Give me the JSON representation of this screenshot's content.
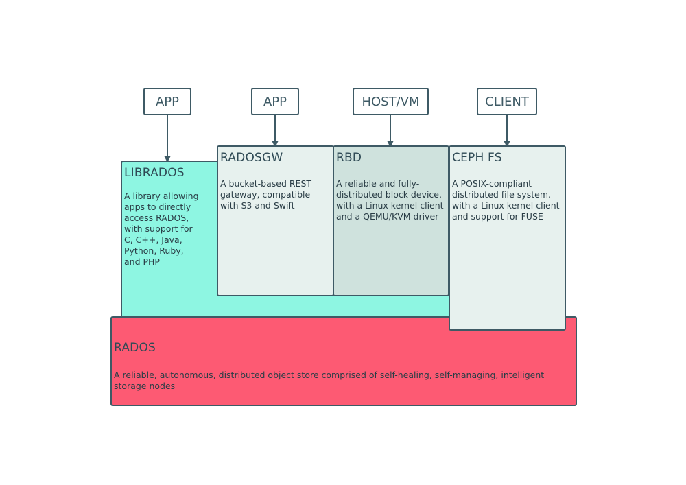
{
  "clients": [
    {
      "label": "APP"
    },
    {
      "label": "APP"
    },
    {
      "label": "HOST/VM"
    },
    {
      "label": "CLIENT"
    }
  ],
  "librados": {
    "title": "LIBRADOS",
    "description": "A library allowing apps to directly access RADOS, with support for C, C++, Java, Python, Ruby, and PHP"
  },
  "radosgw": {
    "title": "RADOSGW",
    "description": "A bucket-based REST gateway, compatible with S3 and Swift"
  },
  "rbd": {
    "title": "RBD",
    "description": "A reliable and fully-distributed block device, with a Linux kernel client and a QEMU/KVM driver"
  },
  "cephfs": {
    "title": "CEPH FS",
    "description": "A POSIX-compliant distributed file system, with a Linux kernel client and support for FUSE"
  },
  "rados": {
    "title": "RADOS",
    "description": "A reliable, autonomous, distributed object store comprised of self-healing, self-managing, intelligent storage nodes"
  },
  "colors": {
    "librados": "#8ef6e2",
    "radosgw": "#e7f1ee",
    "rbd": "#cfe2dd",
    "cephfs": "#e7f1ee",
    "rados": "#fd5a73",
    "stroke": "#3e5a65"
  }
}
